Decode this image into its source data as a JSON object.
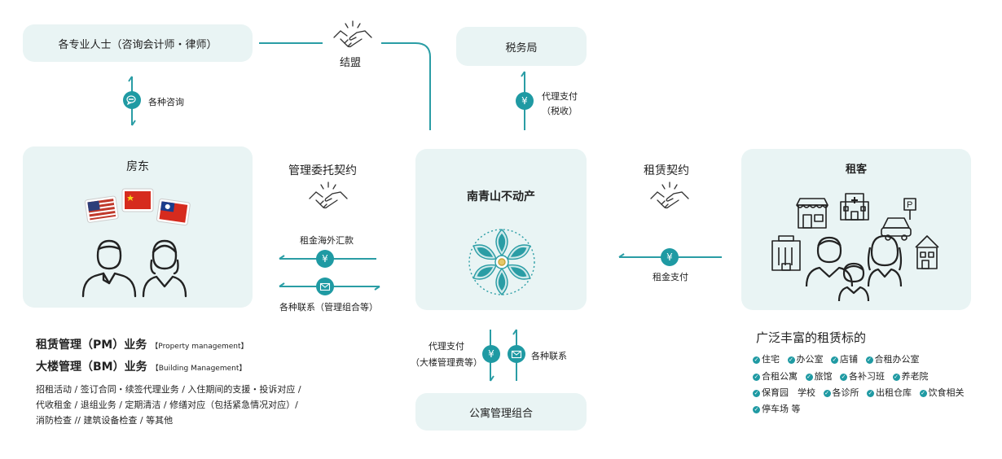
{
  "nodes": {
    "professionals": "各专业人士（咨询会计师・律师）",
    "tax_office": "税务局",
    "landlord": "房东",
    "company": "南青山不动产",
    "tenant": "租客",
    "apartment_assoc": "公寓管理组合"
  },
  "edges": {
    "alliance": "结盟",
    "consult": "各种咨询",
    "tax_pay_1": "代理支付",
    "tax_pay_2": "（税收）",
    "management_contract": "管理委托契约",
    "rent_remit": "租金海外汇款",
    "contacts_1": "各种联系（管理组合等）",
    "lease_contract": "租赁契约",
    "rent_payment": "租金支付",
    "proxy_pay_1": "代理支付",
    "proxy_pay_2": "（大楼管理费等）",
    "contacts_2": "各种联系"
  },
  "services": {
    "pm_main": "租赁管理（PM）业务",
    "pm_note": "【Property management】",
    "bm_main": "大楼管理（BM）业务",
    "bm_note": "【Building Management】",
    "details": [
      "招租活动 / 签订合同・续签代理业务 / 入住期间的支援・投诉对应 /",
      "代收租金 / 退组业务 / 定期清洁 / 修缮对应（包括紧急情况对应）/",
      "消防检查 // 建筑设备检查 / 等其他"
    ]
  },
  "targets": {
    "title": "广泛丰富的租赁标的",
    "rows": [
      [
        "住宅",
        "办公室",
        "店铺",
        "合租办公室"
      ],
      [
        "合租公寓",
        "旅馆",
        "各补习班",
        "养老院"
      ],
      [
        "保育园　学校",
        "各诊所",
        "出租仓库",
        "饮食相关"
      ],
      [
        "停车场 等"
      ]
    ]
  },
  "symbols": {
    "yen": "¥",
    "parking": "P",
    "check": "✓"
  },
  "colors": {
    "accent": "#1f9aa3",
    "box_bg": "#e9f4f4"
  }
}
